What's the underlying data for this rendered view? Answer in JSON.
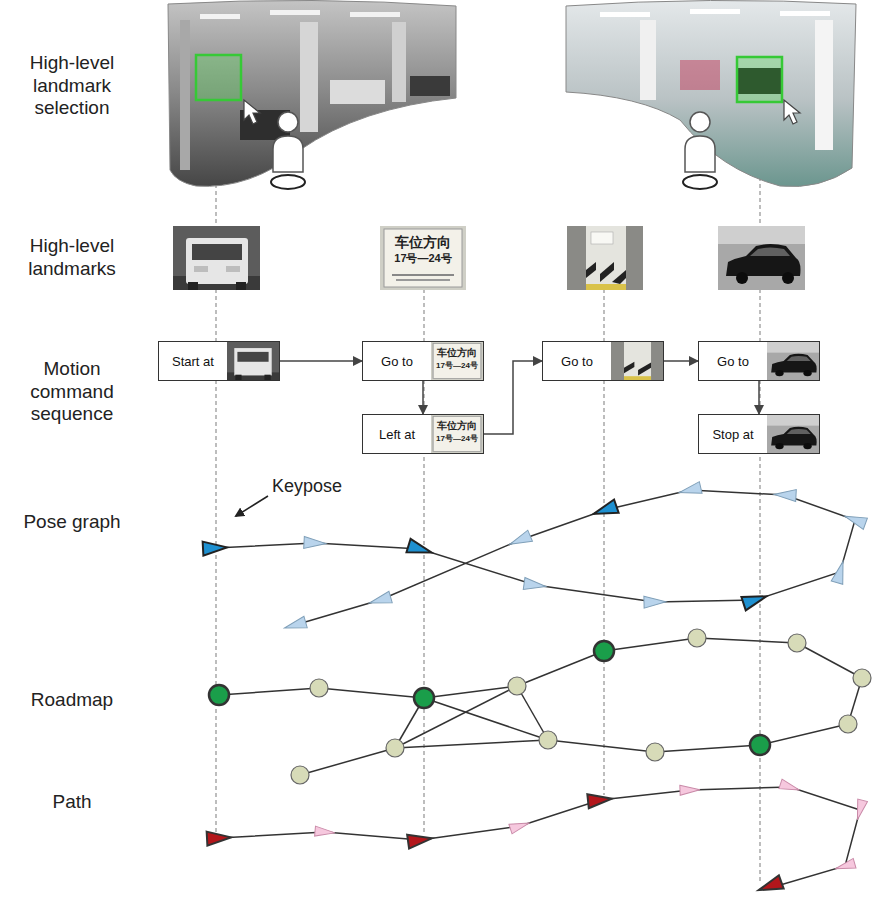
{
  "diagram": {
    "nodes": [
      {
        "text": [
          "Start at"
        ]
      },
      {
        "text": [
          "Go to"
        ]
      },
      {
        "text": [
          "Left at"
        ]
      },
      {
        "text": [
          "Go to"
        ]
      },
      {
        "text": [
          "Go to"
        ]
      },
      {
        "text": [
          "Stop at"
        ]
      }
    ],
    "edges": [
      {
        "from": 0,
        "to": 1,
        "arrow": "to"
      },
      {
        "from": 1,
        "to": 2,
        "arrow": "to"
      },
      {
        "from": 2,
        "to": 3,
        "arrow": "to"
      },
      {
        "from": 3,
        "to": 4,
        "arrow": "to"
      },
      {
        "from": 4,
        "to": 5,
        "arrow": "to"
      }
    ],
    "labels": [
      "High-level landmark selection",
      "High-level landmarks",
      "Motion command sequence",
      "Pose graph",
      "Roadmap",
      "Path",
      "Keypose",
      "车位方向",
      "17号—24号",
      "车位方向",
      "17号—24号",
      "车位方向",
      "17号—24号"
    ]
  }
}
